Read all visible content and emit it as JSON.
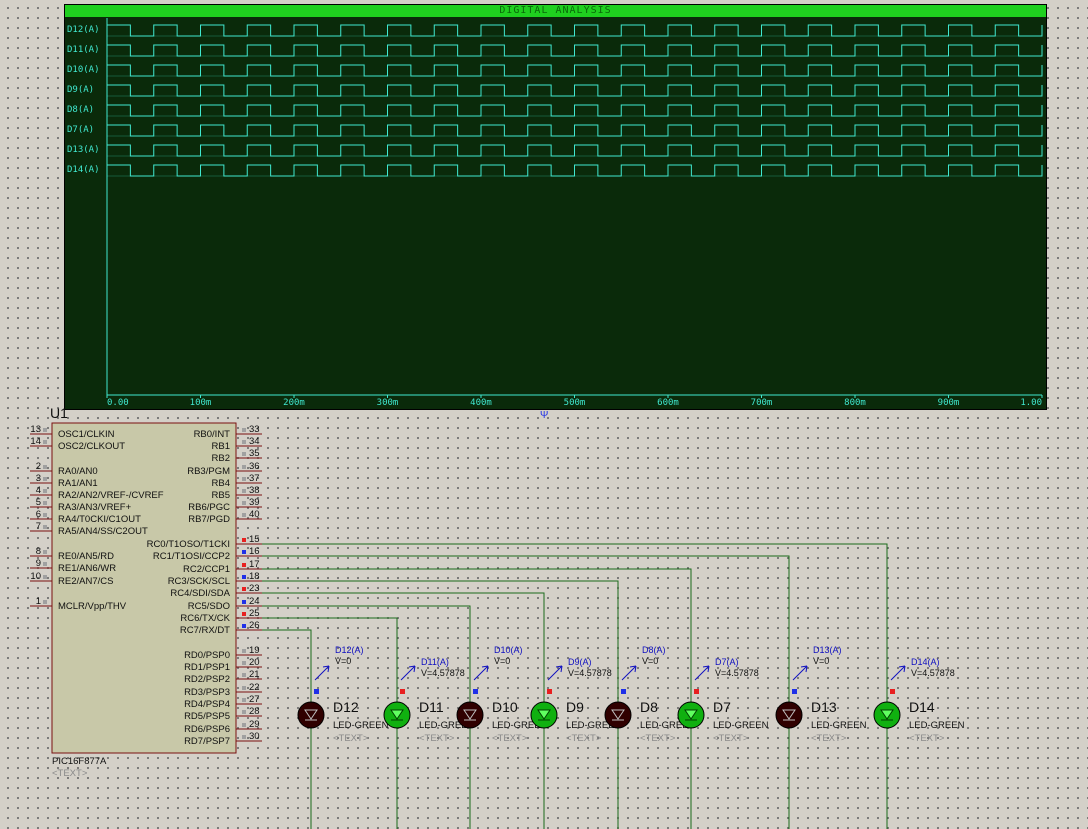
{
  "analysis": {
    "title": "DIGITAL ANALYSIS",
    "traces": [
      "D12(A)",
      "D11(A)",
      "D10(A)",
      "D9(A)",
      "D8(A)",
      "D7(A)",
      "D13(A)",
      "D14(A)"
    ],
    "x_ticks": [
      "0.00",
      "100m",
      "200m",
      "300m",
      "400m",
      "500m",
      "600m",
      "700m",
      "800m",
      "900m",
      "1.00"
    ],
    "colors": {
      "background": "#0a2a0a",
      "title_bar": "#1fd01f",
      "trace": "#40e8d0"
    }
  },
  "chip": {
    "ref": "U1",
    "part": "PIC16F877A",
    "text": "<TEXT>",
    "left_pins": [
      {
        "num": "13",
        "label": "OSC1/CLKIN"
      },
      {
        "num": "14",
        "label": "OSC2/CLKOUT"
      },
      {
        "num": "2",
        "label": "RA0/AN0"
      },
      {
        "num": "3",
        "label": "RA1/AN1"
      },
      {
        "num": "4",
        "label": "RA2/AN2/VREF-/CVREF"
      },
      {
        "num": "5",
        "label": "RA3/AN3/VREF+"
      },
      {
        "num": "6",
        "label": "RA4/T0CKI/C1OUT"
      },
      {
        "num": "7",
        "label": "RA5/AN4/SS/C2OUT"
      },
      {
        "num": "8",
        "label": "RE0/AN5/RD"
      },
      {
        "num": "9",
        "label": "RE1/AN6/WR"
      },
      {
        "num": "10",
        "label": "RE2/AN7/CS"
      },
      {
        "num": "1",
        "label": "MCLR/Vpp/THV"
      }
    ],
    "right_pins": [
      {
        "num": "33",
        "label": "RB0/INT"
      },
      {
        "num": "34",
        "label": "RB1"
      },
      {
        "num": "35",
        "label": "RB2"
      },
      {
        "num": "36",
        "label": "RB3/PGM"
      },
      {
        "num": "37",
        "label": "RB4"
      },
      {
        "num": "38",
        "label": "RB5"
      },
      {
        "num": "39",
        "label": "RB6/PGC"
      },
      {
        "num": "40",
        "label": "RB7/PGD"
      },
      {
        "num": "15",
        "label": "RC0/T1OSO/T1CKI"
      },
      {
        "num": "16",
        "label": "RC1/T1OSI/CCP2"
      },
      {
        "num": "17",
        "label": "RC2/CCP1"
      },
      {
        "num": "18",
        "label": "RC3/SCK/SCL"
      },
      {
        "num": "23",
        "label": "RC4/SDI/SDA"
      },
      {
        "num": "24",
        "label": "RC5/SDO"
      },
      {
        "num": "25",
        "label": "RC6/TX/CK"
      },
      {
        "num": "26",
        "label": "RC7/RX/DT"
      },
      {
        "num": "19",
        "label": "RD0/PSP0"
      },
      {
        "num": "20",
        "label": "RD1/PSP1"
      },
      {
        "num": "21",
        "label": "RD2/PSP2"
      },
      {
        "num": "22",
        "label": "RD3/PSP3"
      },
      {
        "num": "27",
        "label": "RD4/PSP4"
      },
      {
        "num": "28",
        "label": "RD5/PSP5"
      },
      {
        "num": "29",
        "label": "RD6/PSP6"
      },
      {
        "num": "30",
        "label": "RD7/PSP7"
      }
    ]
  },
  "leds": [
    {
      "name": "D12",
      "type": "LED-GREEN",
      "text": "<TEXT>",
      "probe": "D12(A)",
      "voltage": "V=0",
      "on": false
    },
    {
      "name": "D11",
      "type": "LED-GREEN",
      "text": "<TEXT>",
      "probe": "D11(A)",
      "voltage": "V=4.57878",
      "on": true
    },
    {
      "name": "D10",
      "type": "LED-GREEN",
      "text": "<TEXT>",
      "probe": "D10(A)",
      "voltage": "V=0",
      "on": false
    },
    {
      "name": "D9",
      "type": "LED-GREEN",
      "text": "<TEXT>",
      "probe": "D9(A)",
      "voltage": "V=4.57878",
      "on": true
    },
    {
      "name": "D8",
      "type": "LED-GREEN",
      "text": "<TEXT>",
      "probe": "D8(A)",
      "voltage": "V=0",
      "on": false
    },
    {
      "name": "D7",
      "type": "LED-GREEN",
      "text": "<TEXT>",
      "probe": "D7(A)",
      "voltage": "V=4.57878",
      "on": true
    },
    {
      "name": "D13",
      "type": "LED-GREEN",
      "text": "<TEXT>",
      "probe": "D13(A)",
      "voltage": "V=0",
      "on": false
    },
    {
      "name": "D14",
      "type": "LED-GREEN",
      "text": "<TEXT>",
      "probe": "D14(A)",
      "voltage": "V=4.57878",
      "on": true
    }
  ],
  "colors": {
    "wire": "#1a6a1a",
    "pin_active": "#e82020",
    "pin_inactive": "#2030e8",
    "led_on": "#10b010",
    "led_off": "#300000",
    "probe_text": "#1010c0"
  }
}
